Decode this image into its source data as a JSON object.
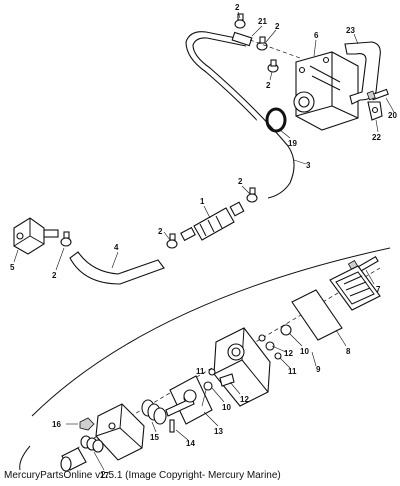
{
  "footer": {
    "text": "MercuryPartsOnline v2.5.1 (Image Copyright- Mercury Marine)"
  },
  "callouts": [
    {
      "id": "c-2a",
      "label": "2"
    },
    {
      "id": "c-21",
      "label": "21"
    },
    {
      "id": "c-2b",
      "label": "2"
    },
    {
      "id": "c-6",
      "label": "6"
    },
    {
      "id": "c-23",
      "label": "23"
    },
    {
      "id": "c-2c",
      "label": "2"
    },
    {
      "id": "c-20",
      "label": "20"
    },
    {
      "id": "c-19",
      "label": "19"
    },
    {
      "id": "c-22",
      "label": "22"
    },
    {
      "id": "c-3",
      "label": "3"
    },
    {
      "id": "c-2d",
      "label": "2"
    },
    {
      "id": "c-1",
      "label": "1"
    },
    {
      "id": "c-2e",
      "label": "2"
    },
    {
      "id": "c-4",
      "label": "4"
    },
    {
      "id": "c-5",
      "label": "5"
    },
    {
      "id": "c-2f",
      "label": "2"
    },
    {
      "id": "c-7",
      "label": "7"
    },
    {
      "id": "c-8",
      "label": "8"
    },
    {
      "id": "c-10a",
      "label": "10"
    },
    {
      "id": "c-12a",
      "label": "12"
    },
    {
      "id": "c-11a",
      "label": "11"
    },
    {
      "id": "c-9",
      "label": "9"
    },
    {
      "id": "c-11b",
      "label": "11"
    },
    {
      "id": "c-12b",
      "label": "12"
    },
    {
      "id": "c-10b",
      "label": "10"
    },
    {
      "id": "c-13",
      "label": "13"
    },
    {
      "id": "c-16",
      "label": "16"
    },
    {
      "id": "c-15",
      "label": "15"
    },
    {
      "id": "c-14",
      "label": "14"
    },
    {
      "id": "c-17",
      "label": "17"
    }
  ]
}
